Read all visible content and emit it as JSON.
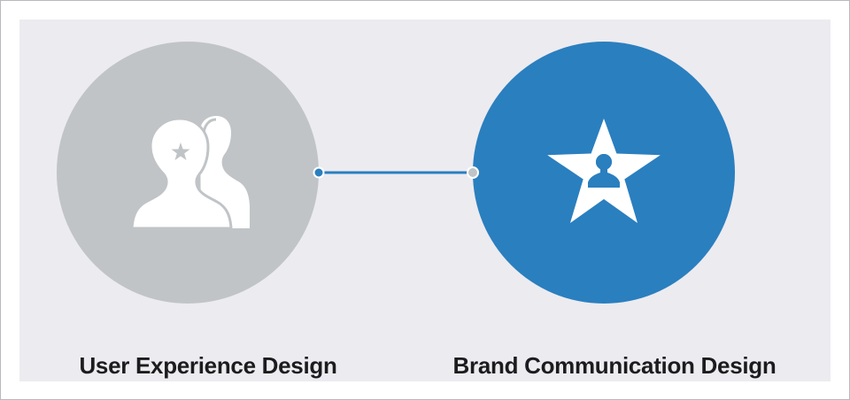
{
  "colors": {
    "background": "#ecebf0",
    "node_inactive": "#c0c4c7",
    "node_active": "#2a7fbf",
    "connector": "#2a7fbf",
    "label_text": "#1c1c1e",
    "icon_fill": "#ffffff"
  },
  "nodes": [
    {
      "label": "User Experience Design",
      "state": "inactive",
      "icon": "users-star-icon"
    },
    {
      "label": "Brand Communication Design",
      "state": "active",
      "icon": "star-user-icon"
    }
  ]
}
